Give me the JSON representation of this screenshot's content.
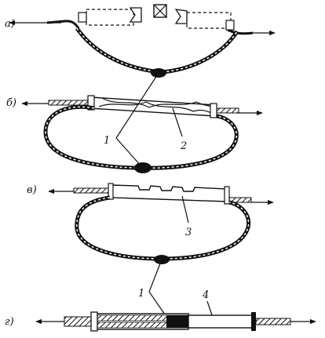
{
  "figure": {
    "panels": [
      {
        "id": "a",
        "label": "а)"
      },
      {
        "id": "b",
        "label": "б)"
      },
      {
        "id": "v",
        "label": "в)"
      },
      {
        "id": "g",
        "label": "г)"
      }
    ],
    "callouts": [
      {
        "id": "n1_top",
        "text": "1"
      },
      {
        "id": "n2",
        "text": "2"
      },
      {
        "id": "n3",
        "text": "3"
      },
      {
        "id": "n1_bottom",
        "text": "1"
      },
      {
        "id": "n4",
        "text": "4"
      }
    ]
  }
}
